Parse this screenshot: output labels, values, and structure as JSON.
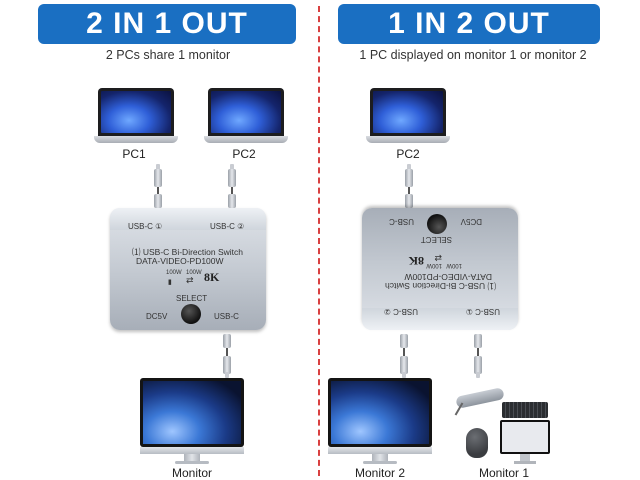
{
  "left": {
    "banner": "2 IN 1 OUT",
    "subtitle": "2 PCs share 1 monitor",
    "pc1_label": "PC1",
    "pc2_label": "PC2",
    "monitor_label": "Monitor"
  },
  "right": {
    "banner": "1 IN 2 OUT",
    "subtitle": "1 PC displayed on monitor 1 or monitor 2",
    "pc2_label": "PC2",
    "monitor2_label": "Monitor 2",
    "monitor1_label": "Monitor 1"
  },
  "switch": {
    "port1": "USB-C ①",
    "port2": "USB-C ②",
    "title_line1": "⑴ USB-C  Bi-Direction  Switch",
    "title_line2": "DATA-VIDEO-PD100W",
    "pd_in": "100W",
    "pd_out": "100W",
    "resolution": "8K",
    "select": "SELECT",
    "power": "DC5V",
    "common_port": "USB-C"
  },
  "colors": {
    "banner_bg": "#1a6fc2",
    "divider": "#d94040"
  }
}
